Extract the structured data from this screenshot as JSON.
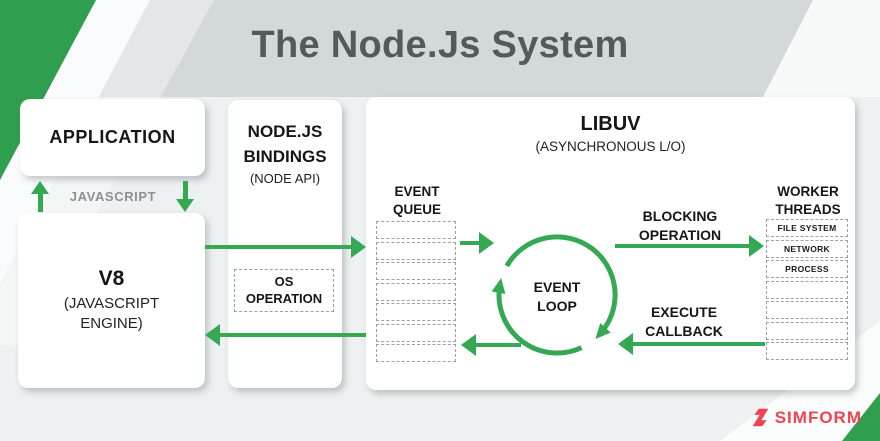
{
  "title": "The Node.Js System",
  "colors": {
    "green": "#34a853",
    "green-dark": "#2f9e4e",
    "logo-red": "#ee4453",
    "title-gray": "#54595c",
    "label-gray": "#8b9194"
  },
  "application": {
    "label": "APPLICATION"
  },
  "v8": {
    "title": "V8",
    "subtitle": "(JAVASCRIPT ENGINE)"
  },
  "bindings": {
    "title": "NODE.JS BINDINGS",
    "subtitle": "(NODE API)",
    "os_operation": "OS OPERATION"
  },
  "libuv": {
    "title": "LIBUV",
    "subtitle": "(ASYNCHRONOUS L/O)"
  },
  "flow_labels": {
    "javascript": "JAVASCRIPT",
    "blocking_operation": "BLOCKING OPERATION",
    "execute_callback": "EXECUTE CALLBACK"
  },
  "event_queue": {
    "label": "EVENT QUEUE",
    "slots": 7
  },
  "event_loop": {
    "label": "EVENT LOOP"
  },
  "worker_threads": {
    "label": "WORKER THREADS",
    "items": [
      "FILE SYSTEM",
      "NETWORK",
      "PROCESS"
    ],
    "empty_slots": 4
  },
  "logo": {
    "icon": "simform-logo-icon",
    "text": "SIMFORM"
  }
}
